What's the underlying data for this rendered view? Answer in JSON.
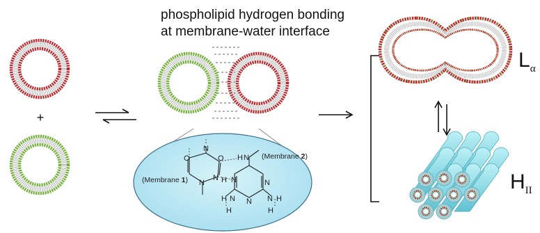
{
  "caption": {
    "line1": "phospholipid hydrogen bonding",
    "line2": "at membrane-water interface"
  },
  "phases": {
    "lamellar": {
      "main": "L",
      "sub": "α"
    },
    "hexagonal": {
      "main": "H",
      "sub": "II"
    }
  },
  "molecule": {
    "membrane1_prefix": "(Membrane ",
    "membrane1_num": "1",
    "membrane2_prefix": "(Membrane ",
    "membrane2_num": "2",
    "close": ")"
  },
  "symbols": {
    "plus": "+"
  },
  "colors": {
    "red_membrane": "#c0282d",
    "green_membrane": "#74b23a",
    "lipid_tails": "#b4b4b4",
    "cylinder": "#8fdbe6",
    "ellipse_fill": "#bfe9f2",
    "ellipse_stroke": "#3a6f8a"
  }
}
